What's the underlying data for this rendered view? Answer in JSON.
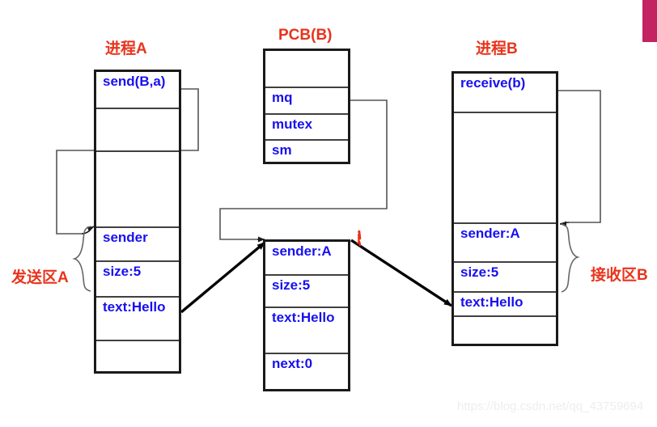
{
  "diagram": {
    "titles": {
      "process_a": "进程A",
      "pcb_b": "PCB(B)",
      "process_b": "进程B"
    },
    "side_labels": {
      "send_area": "发送区A",
      "receive_area": "接收区B"
    },
    "annotations": {
      "j_mark": "j"
    },
    "process_a_box": {
      "rows": [
        {
          "label": "send(B,a)",
          "underlined": true
        },
        {
          "label": "",
          "underlined": false
        },
        {
          "label": "",
          "underlined": false
        },
        {
          "label": "sender",
          "underlined": true
        },
        {
          "label": "size:5",
          "underlined": true
        },
        {
          "label": "text:Hello",
          "underlined": true
        },
        {
          "label": "",
          "underlined": false
        }
      ]
    },
    "pcb_b_box": {
      "rows": [
        {
          "label": "",
          "underlined": false
        },
        {
          "label": "mq",
          "underlined": true
        },
        {
          "label": "mutex",
          "underlined": false
        },
        {
          "label": "sm",
          "underlined": false
        }
      ]
    },
    "message_box": {
      "rows": [
        {
          "label": "sender:A",
          "underlined": false
        },
        {
          "label": "size:5",
          "underlined": false
        },
        {
          "label": "text:Hello",
          "underlined": false
        },
        {
          "label": "next:0",
          "underlined": true
        }
      ]
    },
    "process_b_box": {
      "rows": [
        {
          "label": "receive(b)",
          "underlined": false
        },
        {
          "label": "",
          "underlined": false
        },
        {
          "label": "sender:A",
          "underlined": false
        },
        {
          "label": "size:5",
          "underlined": false
        },
        {
          "label": "text:Hello",
          "underlined": false
        },
        {
          "label": "",
          "underlined": false
        }
      ]
    },
    "colors": {
      "title_red": "#e8341c",
      "text_blue": "#1710f0",
      "box_border": "#1a1a1a",
      "connector_gray": "#555555",
      "arrow_black": "#000000",
      "corner_bar": "#c32361"
    },
    "watermark": "https://blog.csdn.net/qq_43759694"
  }
}
